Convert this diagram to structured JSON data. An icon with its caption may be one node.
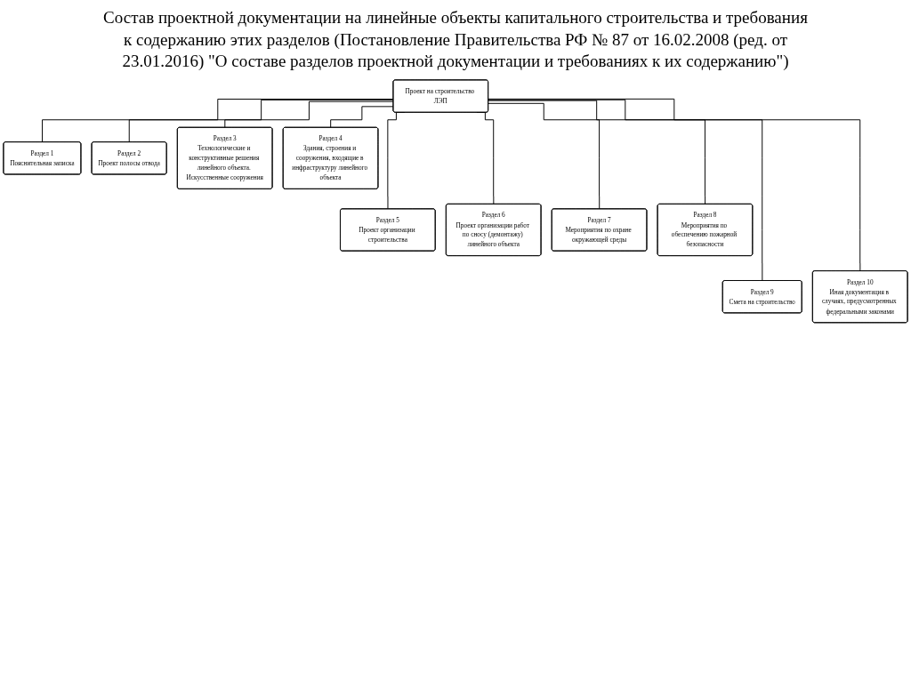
{
  "diagram": {
    "title": "Состав проектной документации на линейные объекты капитального строительства и требования к содержанию этих разделов (Постановление Правительства РФ № 87 от 16.02.2008 (ред. от 23.01.2016) \"О составе разделов проектной документации и требованиях к их содержанию\")",
    "nodes": [
      {
        "text": [
          "Проект на строительство ЛЭП"
        ]
      },
      {
        "text": [
          "Раздел 1",
          "Пояснительная записка"
        ]
      },
      {
        "text": [
          "Раздел 2",
          "Проект полосы отвода"
        ]
      },
      {
        "text": [
          "Раздел 3",
          "Технологические и конструктивные решения линейного объекта. Искусственные сооружения"
        ]
      },
      {
        "text": [
          "Раздел 4",
          "Здания, строения и сооружения, входящие в инфраструктуру линейного объекта"
        ]
      },
      {
        "text": [
          "Раздел 5",
          "Проект организации строительства"
        ]
      },
      {
        "text": [
          "Раздел 6",
          "Проект организации работ по сносу (демонтажу) линейного объекта"
        ]
      },
      {
        "text": [
          "Раздел 7",
          "Мероприятия по охране окружающей среды"
        ]
      },
      {
        "text": [
          "Раздел 8",
          "Мероприятия по обеспечению пожарной безопасности"
        ]
      },
      {
        "text": [
          "Раздел 9",
          "Смета на строительство"
        ]
      },
      {
        "text": [
          "Раздел 10",
          "Иная документация в случаях, предусмотренных федеральными законами"
        ]
      }
    ],
    "edges": [
      {
        "from": 0,
        "to": 1,
        "arrow": "none"
      },
      {
        "from": 0,
        "to": 2,
        "arrow": "none"
      },
      {
        "from": 0,
        "to": 3,
        "arrow": "none"
      },
      {
        "from": 0,
        "to": 4,
        "arrow": "none"
      },
      {
        "from": 0,
        "to": 5,
        "arrow": "none"
      },
      {
        "from": 0,
        "to": 6,
        "arrow": "none"
      },
      {
        "from": 0,
        "to": 7,
        "arrow": "none"
      },
      {
        "from": 0,
        "to": 8,
        "arrow": "none"
      },
      {
        "from": 0,
        "to": 9,
        "arrow": "none"
      },
      {
        "from": 0,
        "to": 10,
        "arrow": "none"
      }
    ]
  }
}
